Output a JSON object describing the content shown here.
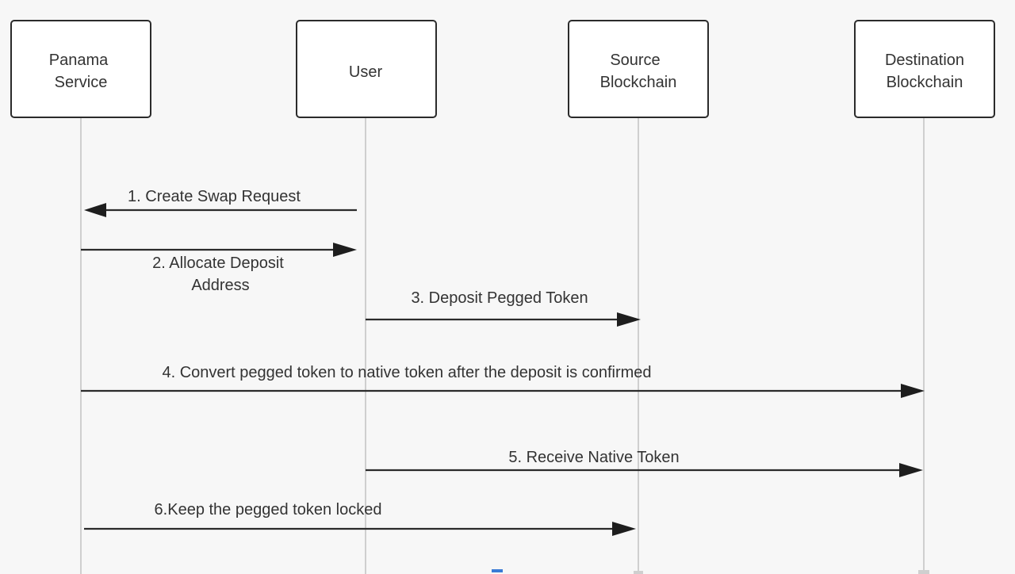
{
  "participants": [
    {
      "id": "panama",
      "lines": [
        "Panama",
        "Service"
      ]
    },
    {
      "id": "user",
      "lines": [
        "User"
      ]
    },
    {
      "id": "source",
      "lines": [
        "Source",
        "Blockchain"
      ]
    },
    {
      "id": "destination",
      "lines": [
        "Destination",
        "Blockchain"
      ]
    }
  ],
  "messages": [
    {
      "step": 1,
      "from": "user",
      "to": "panama",
      "lines": [
        "1. Create Swap Request"
      ]
    },
    {
      "step": 2,
      "from": "panama",
      "to": "user",
      "lines": [
        "2. Allocate Deposit",
        "Address"
      ]
    },
    {
      "step": 3,
      "from": "user",
      "to": "source",
      "lines": [
        "3. Deposit Pegged Token"
      ]
    },
    {
      "step": 4,
      "from": "panama",
      "to": "destination",
      "lines": [
        "4. Convert pegged token to native token after the deposit is confirmed"
      ]
    },
    {
      "step": 5,
      "from": "user",
      "to": "destination",
      "lines": [
        "5. Receive Native Token"
      ]
    },
    {
      "step": 6,
      "from": "panama",
      "to": "source",
      "lines": [
        "6.Keep the pegged token locked"
      ]
    }
  ],
  "colors": {
    "background": "#f7f7f7",
    "box_border": "#2b2b2b",
    "lifeline": "#cfcfcf",
    "arrow": "#2b2b2b"
  }
}
